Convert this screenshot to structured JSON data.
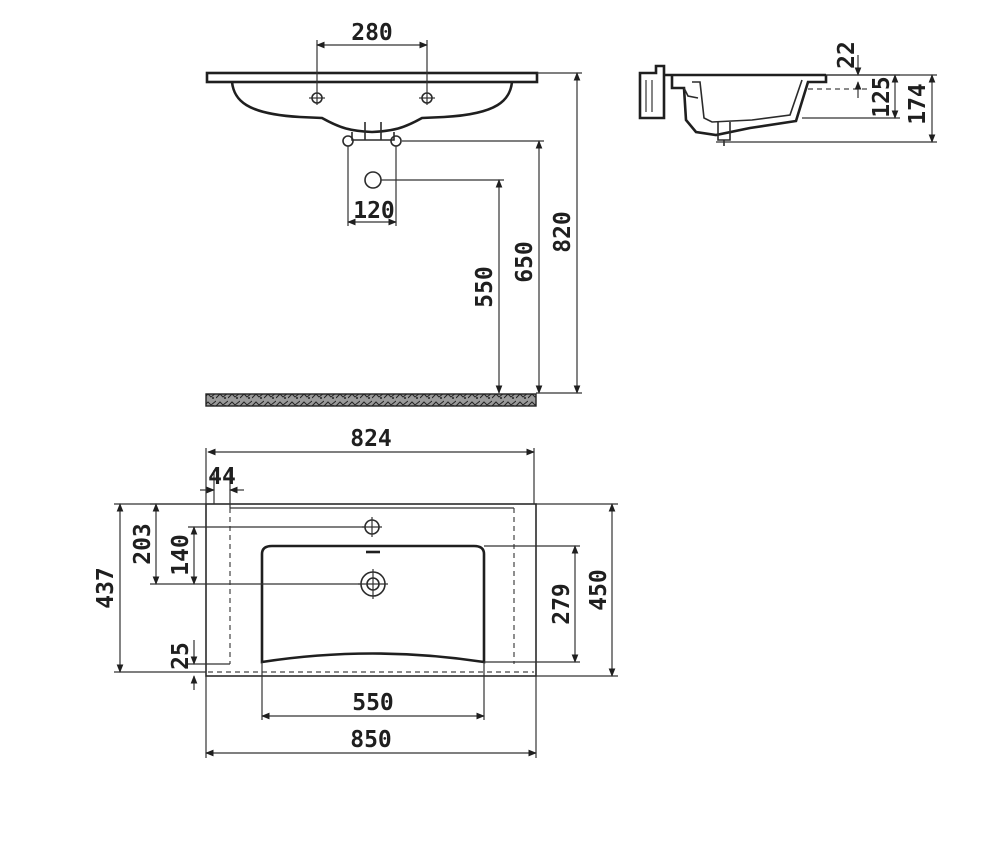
{
  "front_view": {
    "tap_hole_spacing": "280",
    "waste_spacing": "120",
    "height_550": "550",
    "height_650": "650",
    "total_height": "820"
  },
  "side_view": {
    "rim_thickness": "22",
    "bowl_depth": "125",
    "total_depth": "174"
  },
  "plan_view": {
    "inner_width": "824",
    "edge_offset": "44",
    "tap_to_edge": "203",
    "waste_to_edge": "140",
    "total_depth": "437",
    "front_offset": "25",
    "bowl_depth": "279",
    "overall_depth": "450",
    "bowl_width": "550",
    "overall_width": "850"
  }
}
